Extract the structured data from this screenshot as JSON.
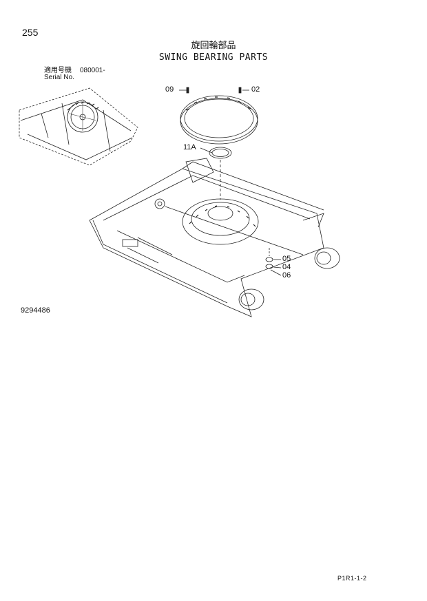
{
  "page_number": "255",
  "title_jp": "旋回輪部品",
  "title_en": "SWING BEARING PARTS",
  "serial": {
    "label_jp": "適用号機",
    "value": "080001-",
    "label_en": "Serial No."
  },
  "part_labels": {
    "p09": "09",
    "p02": "02",
    "p11a": "11A",
    "p05": "05",
    "p04": "04",
    "p06": "06"
  },
  "doc_code": "9294486",
  "footer_ref": "P1R1-1-2"
}
